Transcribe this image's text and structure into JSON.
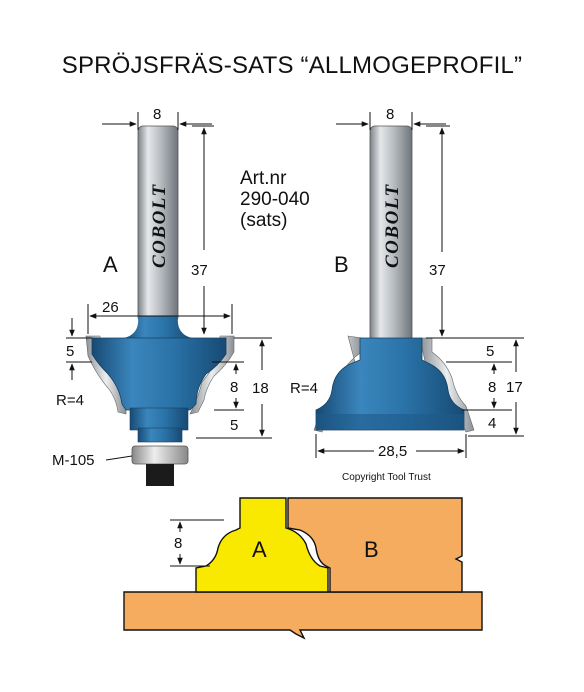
{
  "title": "SPRÖJSFRÄS-SATS “ALLMOGEPROFIL”",
  "article": {
    "line1": "Art.nr",
    "line2": "290-040",
    "line3": "(sats)"
  },
  "cutter_a": {
    "label": "A",
    "brand": "COBOLT",
    "shank_width": "8",
    "shank_length": "37",
    "diameter": "26",
    "top_height": "5",
    "radius": "R=4",
    "profile_height": "8",
    "total_height": "18",
    "bottom_height": "5",
    "bearing": "M-105"
  },
  "cutter_b": {
    "label": "B",
    "brand": "COBOLT",
    "shank_width": "8",
    "shank_length": "37",
    "top_height": "5",
    "radius": "R=4",
    "profile_height": "8",
    "total_height": "17",
    "bottom_height": "4",
    "diameter": "28,5"
  },
  "copyright": "Copyright Tool Trust",
  "joint": {
    "profile_height": "8",
    "piece_a": "A",
    "piece_b": "B"
  },
  "colors": {
    "cutter_blue": "#2a73a8",
    "cutter_dark": "#1a4f7c",
    "shank": "#c8ccd0",
    "wood": "#f6ac5e",
    "profile_yellow": "#f9e800"
  }
}
